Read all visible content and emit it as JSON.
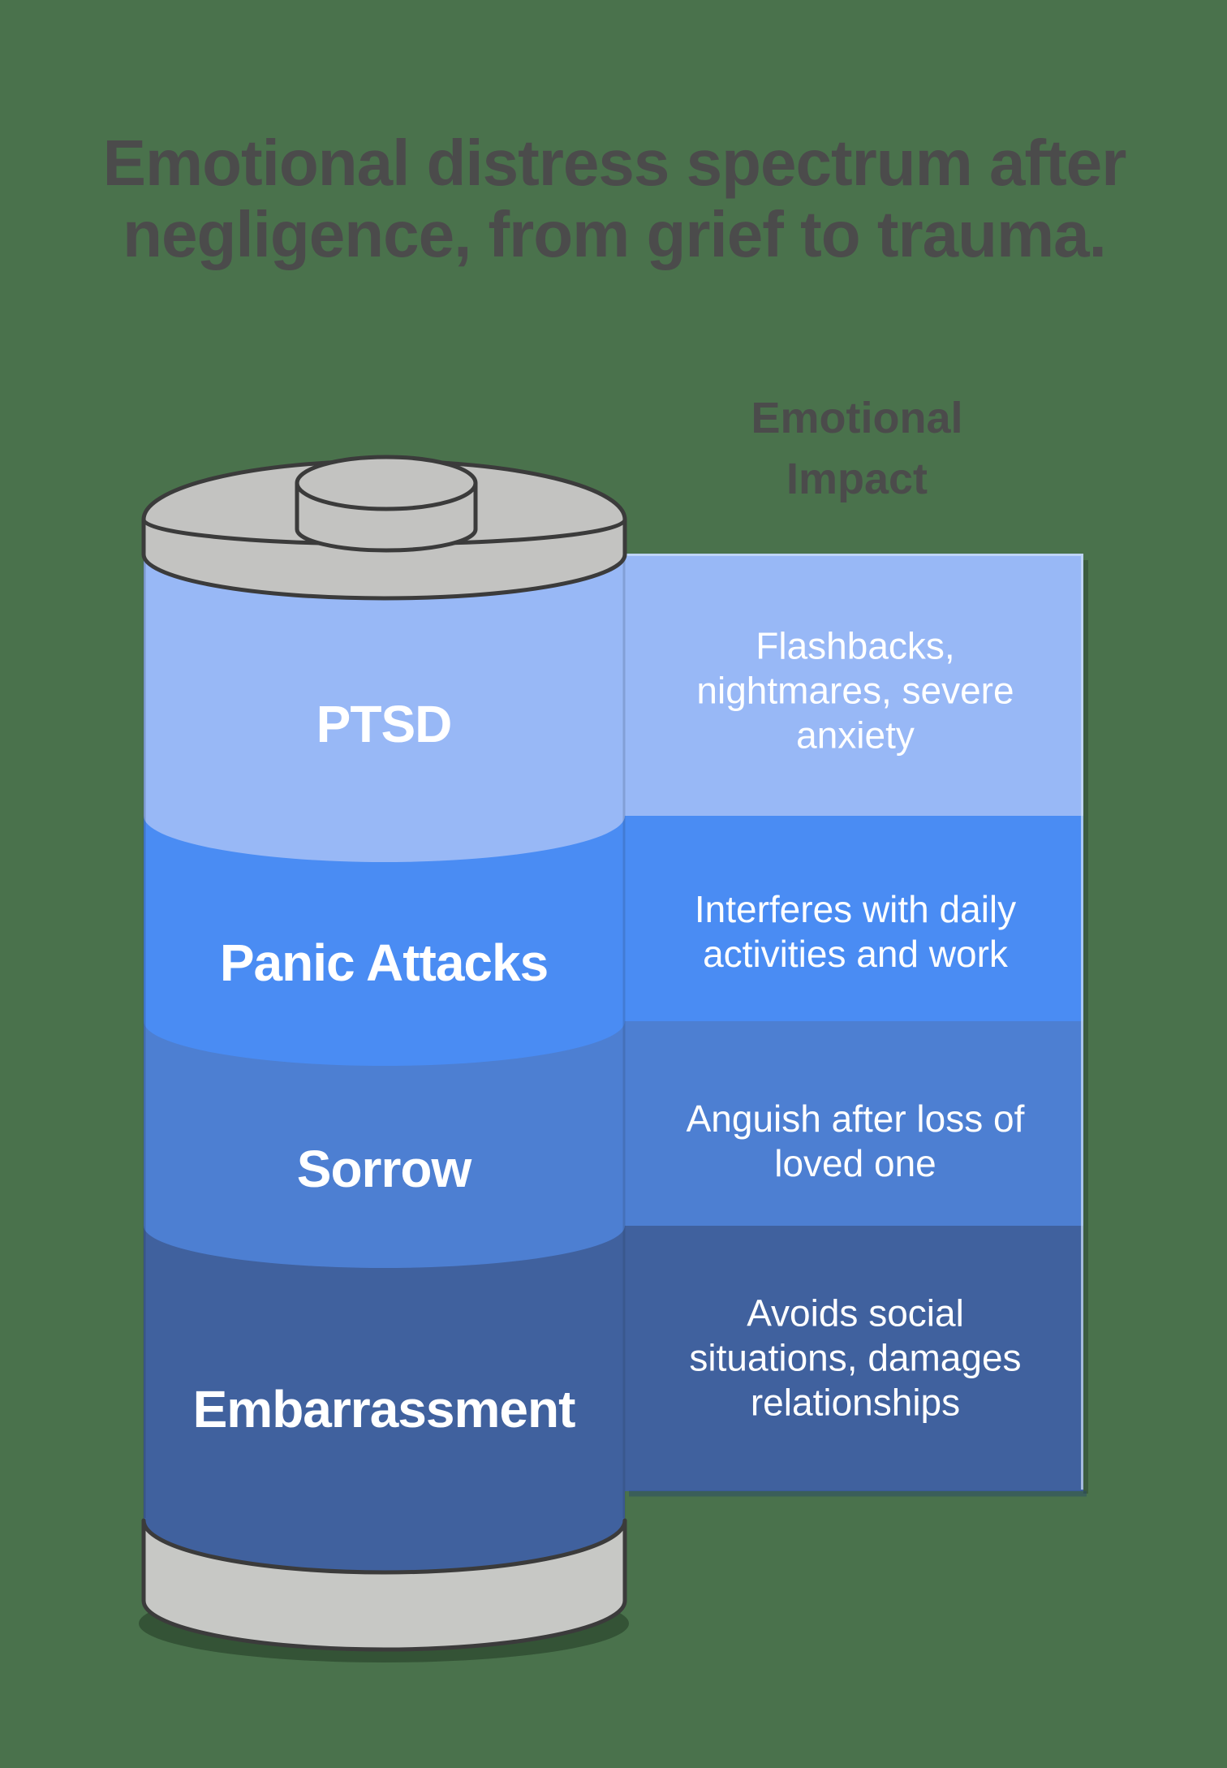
{
  "title": "Emotional distress spectrum after\nnegligence, from grief to trauma.",
  "column_header": "Emotional\nImpact",
  "levels": [
    {
      "name": "PTSD",
      "impact": "Flashbacks,\nnightmares, severe\nanxiety",
      "color": "#98B8F6"
    },
    {
      "name": "Panic Attacks",
      "impact": "Interferes with daily\nactivities and work",
      "color": "#4A8CF3"
    },
    {
      "name": "Sorrow",
      "impact": "Anguish after loss of\nloved one",
      "color": "#4D7FD2"
    },
    {
      "name": "Embarrassment",
      "impact": "Avoids social\nsituations, damages\nrelationships",
      "color": "#40619E"
    }
  ],
  "colors": {
    "background": "#4A724C",
    "battery_gray": "#C3C3C1",
    "battery_gray_bottom": "#C7C8C5",
    "outline": "#3B3B3B",
    "heading_text": "#4B4B4B",
    "label_text": "#FFFFFF"
  }
}
